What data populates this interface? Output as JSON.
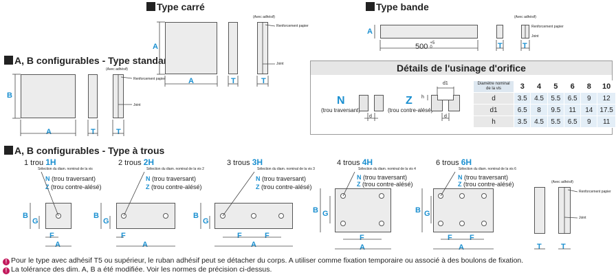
{
  "sections": {
    "square": "Type carré",
    "strip": "Type bande",
    "standard": "A, B configurables - Type standard",
    "holes": "A, B configurables - Type à trous"
  },
  "labels": {
    "A": "A",
    "B": "B",
    "T": "T",
    "F": "F",
    "G": "G",
    "with_adhesive": "(Avec adhésif)",
    "paper_reinforcement": "Renforcement papier",
    "joint": "Joint",
    "strip_length": "500",
    "strip_tol_plus": "+5",
    "strip_tol_minus": "0"
  },
  "orifice": {
    "title": "Détails de l'usinage d'orifice",
    "N": "N",
    "N_desc": "(trou traversant)",
    "Z": "Z",
    "Z_desc": "(trou contre-alésé)",
    "d": "d",
    "d1": "d1",
    "h": "h",
    "table": {
      "corner": "Diamètre nominal de la vis",
      "headers": [
        "3",
        "4",
        "5",
        "6",
        "8",
        "10"
      ],
      "rows": [
        {
          "label": "d",
          "values": [
            "3.5",
            "4.5",
            "5.5",
            "6.5",
            "9",
            "12"
          ]
        },
        {
          "label": "d1",
          "values": [
            "6.5",
            "8",
            "9.5",
            "11",
            "14",
            "17.5"
          ]
        },
        {
          "label": "h",
          "values": [
            "3.5",
            "4.5",
            "5.5",
            "6.5",
            "9",
            "11"
          ]
        }
      ]
    }
  },
  "hole_types": [
    {
      "count": "1 trou",
      "code": "1H",
      "sel": "Sélection du diam. nominal de la vis"
    },
    {
      "count": "2 trous",
      "code": "2H",
      "sel": "Sélection du diam. nominal de la vis 2"
    },
    {
      "count": "3 trous",
      "code": "3H",
      "sel": "Sélection du diam. nominal de la vis 3"
    },
    {
      "count": "4 trous",
      "code": "4H",
      "sel": "Sélection du diam. nominal de la vis 4"
    },
    {
      "count": "6 trous",
      "code": "6H",
      "sel": "Sélection du diam. nominal de la vis 6"
    }
  ],
  "hole_opts": {
    "N": "N",
    "N_desc": "(trou traversant)",
    "Z": "Z",
    "Z_desc": "(trou contre-alésé)"
  },
  "notes": [
    "Pour le type avec adhésif T5 ou supérieur, le ruban adhésif peut se détacher du corps. A utiliser comme fixation temporaire ou associé à des boulons de fixation.",
    "La tolérance des dim. A, B a été modifiée. Voir les normes de précision ci-dessus."
  ]
}
